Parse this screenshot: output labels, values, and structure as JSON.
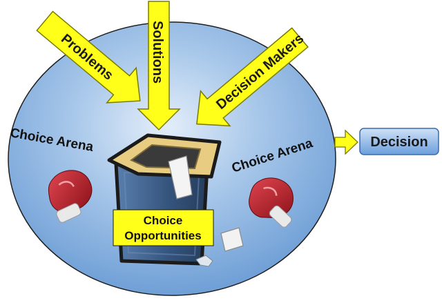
{
  "diagram": {
    "arrows": {
      "problems": "Problems",
      "solutions": "Solutions",
      "decision_makers": "Decision Makers"
    },
    "arena_left": "Choice Arena",
    "arena_right": "Choice Arena",
    "decision": "Decision",
    "choice_box": {
      "line1": "Choice",
      "line2": "Opportunities"
    }
  },
  "colors": {
    "circle_light": "#d9e8f6",
    "circle_mid": "#9fc2e7",
    "circle_dark": "#6e9fd6",
    "circle_stroke": "#1f1f1f",
    "arrow_fill": "#ffff19",
    "arrow_stroke": "#7a7a00",
    "decision_fill": "#8fb8e8",
    "decision_stroke": "#3a6ba8",
    "box_label_bg": "#ffff19",
    "bin_body": "#3a5a85",
    "bin_rim": "#e2c375",
    "glove": "#b31f2a"
  },
  "icons": [
    "boxing-glove-icon",
    "ballot-box-icon",
    "ballot-paper-icon"
  ]
}
